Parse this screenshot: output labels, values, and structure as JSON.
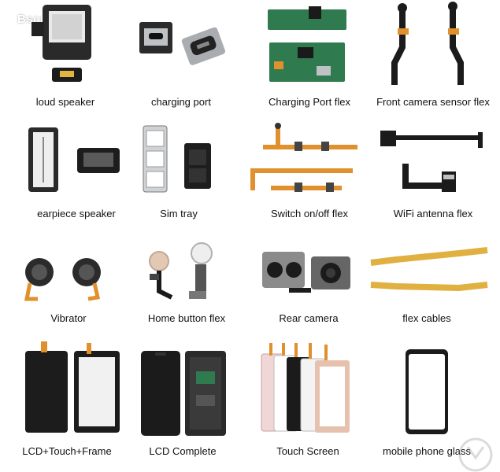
{
  "watermark": "Bscил",
  "items": [
    {
      "label": "loud speaker",
      "icon": "speaker-icon"
    },
    {
      "label": "charging port",
      "icon": "usb-port-icon"
    },
    {
      "label": "Charging Port flex",
      "icon": "charging-flex-icon"
    },
    {
      "label": "Front camera sensor flex",
      "icon": "camera-flex-icon"
    },
    {
      "label": "earpiece speaker",
      "icon": "earpiece-icon"
    },
    {
      "label": "Sim tray",
      "icon": "sim-tray-icon"
    },
    {
      "label": "Switch on/off flex",
      "icon": "switch-flex-icon"
    },
    {
      "label": "WiFi antenna flex",
      "icon": "wifi-flex-icon"
    },
    {
      "label": "Vibrator",
      "icon": "vibrator-icon"
    },
    {
      "label": "Home button flex",
      "icon": "home-button-icon"
    },
    {
      "label": "Rear camera",
      "icon": "rear-camera-icon"
    },
    {
      "label": "flex cables",
      "icon": "flex-cable-icon"
    },
    {
      "label": "LCD+Touch+Frame",
      "icon": "lcd-frame-icon"
    },
    {
      "label": "LCD Complete",
      "icon": "lcd-complete-icon"
    },
    {
      "label": "Touch Screen",
      "icon": "touch-screen-icon"
    },
    {
      "label": "mobile phone glass",
      "icon": "glass-icon"
    }
  ],
  "colors": {
    "flex_orange": "#e0902c",
    "pcb_green": "#2f7a4e",
    "metal": "#b9bcc0",
    "dark": "#1b1b1b"
  }
}
